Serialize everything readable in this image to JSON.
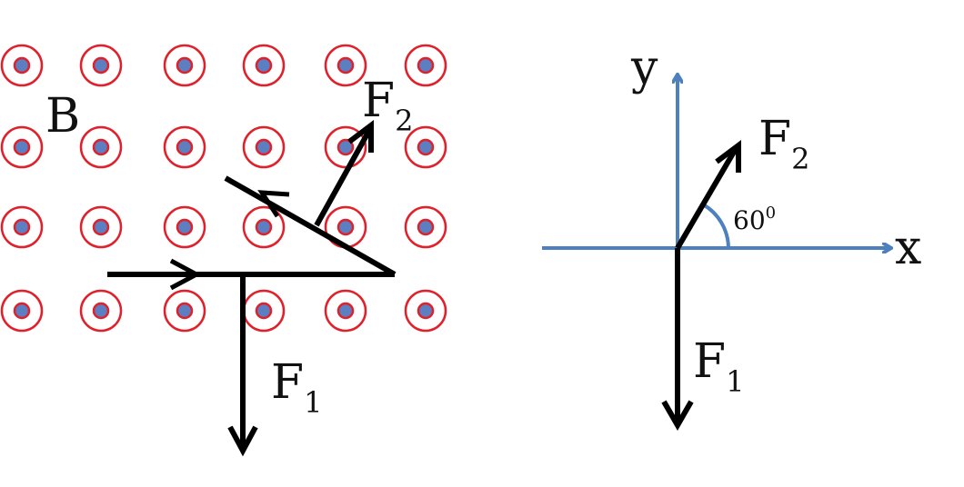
{
  "colors": {
    "ink": "#000000",
    "field_ring": "#e0202a",
    "field_dot": "#5b7fc0",
    "axes": "#4e80bd"
  },
  "left_diagram": {
    "field_symbol": "dot-in-circle (field out of page)",
    "field_label": "B",
    "force1": {
      "main": "F",
      "sub": "1"
    },
    "force2": {
      "main": "F",
      "sub": "2"
    }
  },
  "right_diagram": {
    "axis_x_label": "x",
    "axis_y_label": "y",
    "angle": {
      "main": "60",
      "sup": "0"
    },
    "force1": {
      "main": "F",
      "sub": "1"
    },
    "force2": {
      "main": "F",
      "sub": "2"
    }
  }
}
